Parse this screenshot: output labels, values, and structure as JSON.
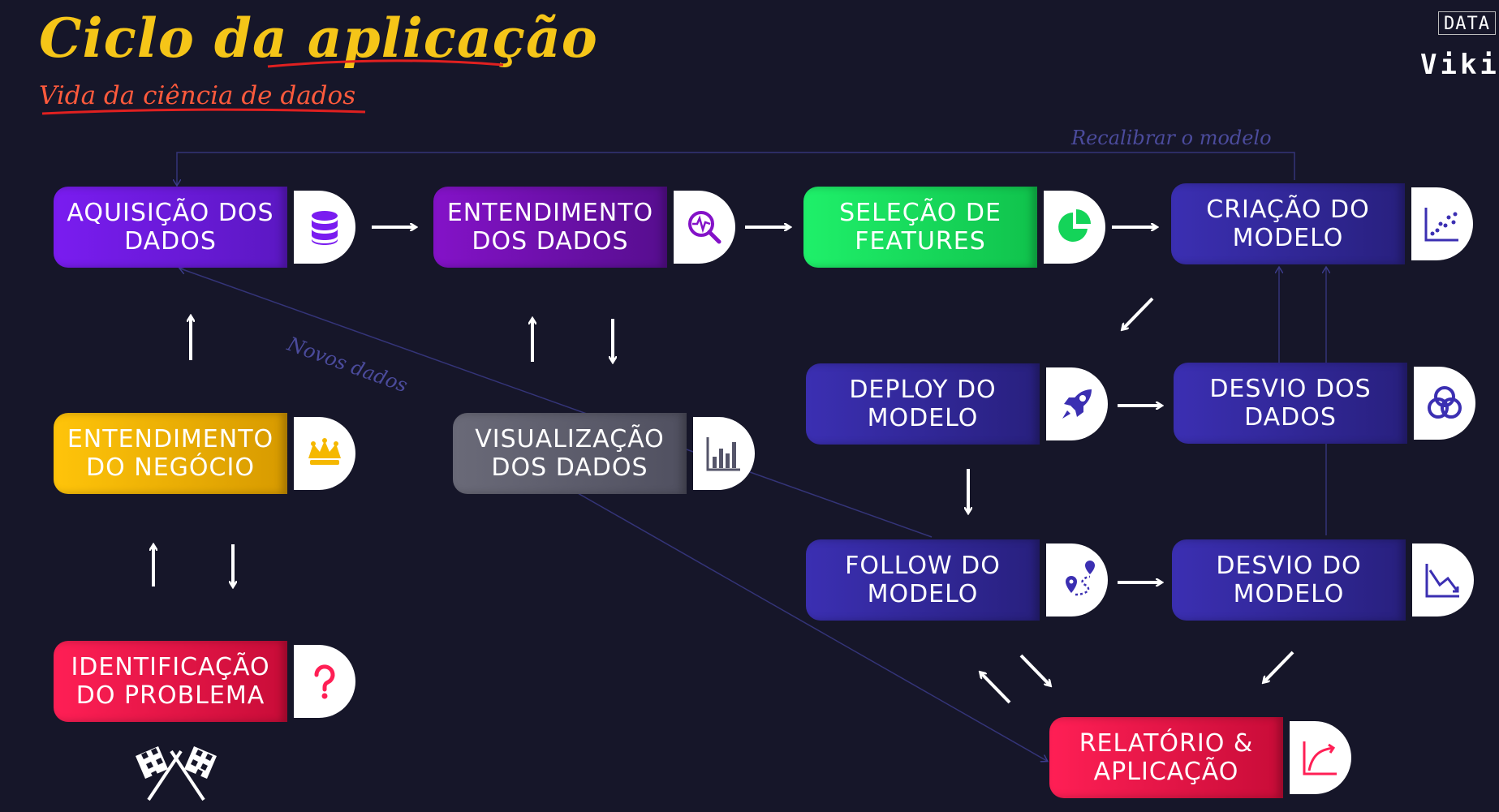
{
  "title": "Ciclo da aplicação",
  "subtitle": "Vida da ciência de dados",
  "logo": {
    "line1": "DATA",
    "line2": "Vikings"
  },
  "notes": {
    "recalibrate": "Recalibrar o modelo",
    "new_data": "Novos dados"
  },
  "colors": {
    "background": "#161629",
    "title": "#f5c518",
    "subtitle": "#ff5a3c",
    "note": "#4b4b9c"
  },
  "nodes": {
    "data_acquisition": {
      "line1": "AQUISIÇÃO DOS",
      "line2": "DADOS",
      "icon": "database-icon",
      "color": "#7a1cf0"
    },
    "data_understanding": {
      "line1": "ENTENDIMENTO",
      "line2": "DOS DADOS",
      "icon": "magnify-pulse-icon",
      "color": "#8412c8"
    },
    "feature_selection": {
      "line1": "SELEÇÃO DE",
      "line2": "FEATURES",
      "icon": "pie-chart-icon",
      "color": "#1ff06a"
    },
    "model_creation": {
      "line1": "CRIAÇÃO DO",
      "line2": "MODELO",
      "icon": "scatter-chart-icon",
      "color": "#3b2fb2"
    },
    "business_understanding": {
      "line1": "ENTENDIMENTO",
      "line2": "DO NEGÓCIO",
      "icon": "crown-icon",
      "color": "#ffc40a"
    },
    "data_visualization": {
      "line1": "VISUALIZAÇÃO",
      "line2": "DOS DADOS",
      "icon": "bar-chart-icon",
      "color": "#6a6a78"
    },
    "model_deploy": {
      "line1": "DEPLOY DO",
      "line2": "MODELO",
      "icon": "rocket-icon",
      "color": "#3b2fb2"
    },
    "data_drift": {
      "line1": "DESVIO DOS",
      "line2": "DADOS",
      "icon": "venn-icon",
      "color": "#3b2fb2"
    },
    "model_follow": {
      "line1": "FOLLOW DO",
      "line2": "MODELO",
      "icon": "route-pin-icon",
      "color": "#3b2fb2"
    },
    "model_drift": {
      "line1": "DESVIO DO",
      "line2": "MODELO",
      "icon": "declining-chart-icon",
      "color": "#3b2fb2"
    },
    "problem_identification": {
      "line1": "IDENTIFICAÇÃO",
      "line2": "DO PROBLEMA",
      "icon": "question-icon",
      "color": "#ff1f55"
    },
    "report_application": {
      "line1": "RELATÓRIO &",
      "line2": "APLICAÇÃO",
      "icon": "growth-chart-icon",
      "color": "#ff1f55"
    }
  },
  "start_marker": "checkered-flags-icon"
}
